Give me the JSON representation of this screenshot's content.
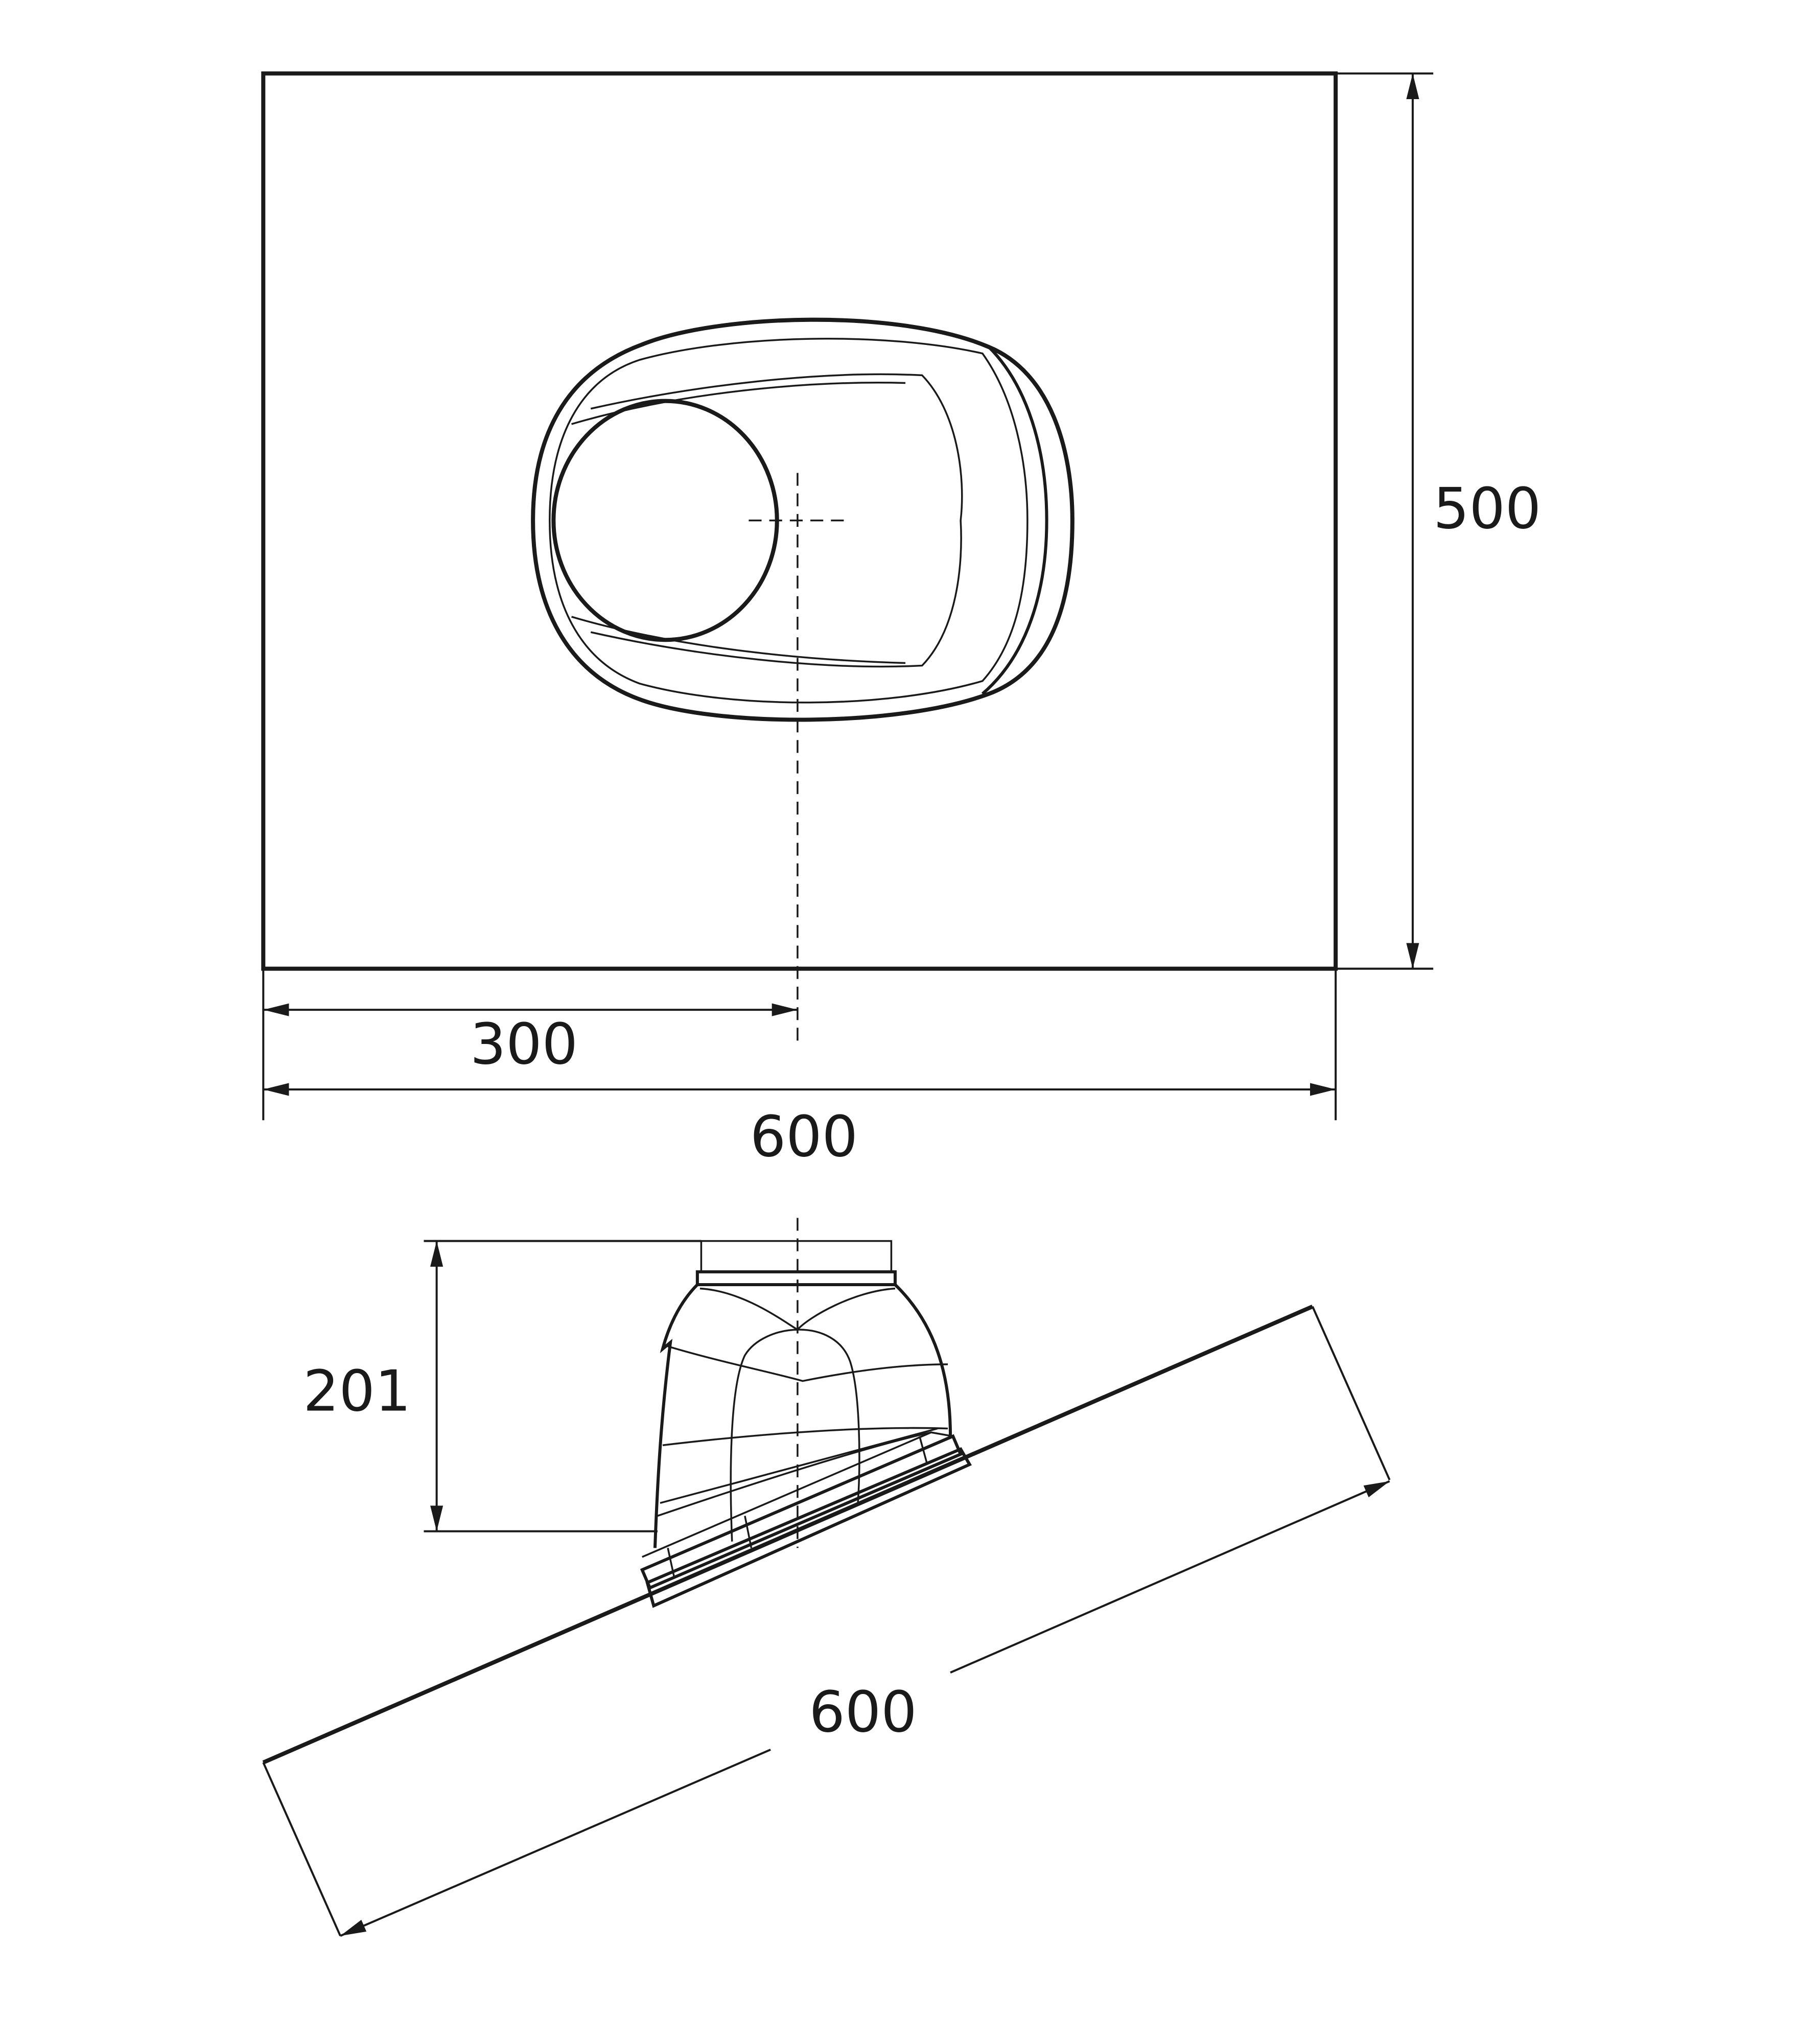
{
  "drawing": {
    "top_view": {
      "height_label": "500",
      "center_offset_label": "300",
      "width_label": "600"
    },
    "side_view": {
      "pipe_height_label": "201",
      "slope_length_label": "600"
    }
  }
}
